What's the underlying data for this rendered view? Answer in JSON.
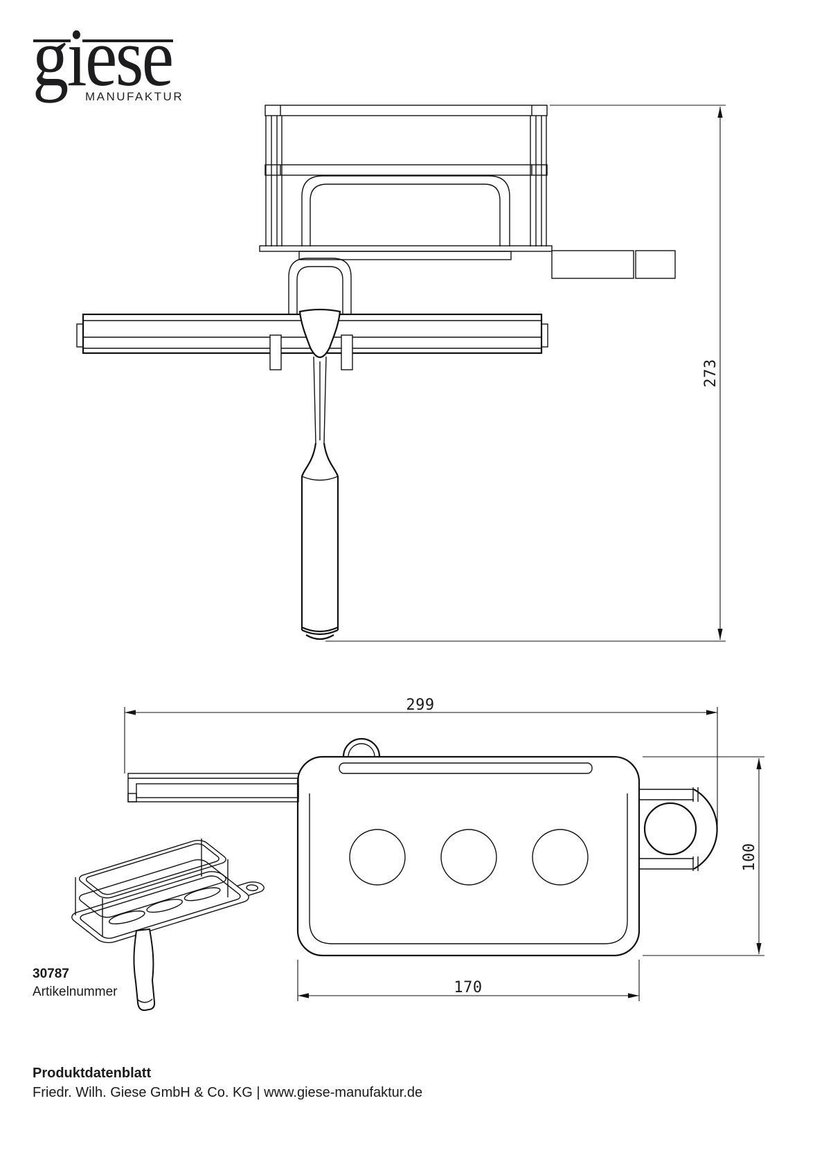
{
  "brand": {
    "name": "giese",
    "subtitle": "MANUFAKTUR"
  },
  "dimensions": {
    "overall_height": "273",
    "overall_width": "299",
    "mounting_depth": "100",
    "basket_width": "170"
  },
  "article": {
    "number": "30787",
    "label": "Artikelnummer"
  },
  "footer": {
    "doc_title": "Produktdatenblatt",
    "company_line": "Friedr. Wilh. Giese GmbH & Co. KG | www.giese-manufaktur.de"
  }
}
